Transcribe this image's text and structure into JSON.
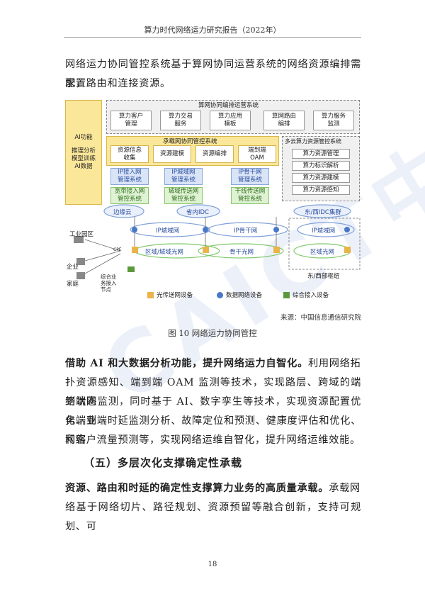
{
  "header": "算力时代网络运力研究报告（2022年）",
  "intro": [
    "网络运力协同管控系统基于算网协同运营系统的网络资源编排需求，",
    "配置路由和连接资源。"
  ],
  "figure": {
    "left_panel": {
      "title": "AI功能",
      "lines": [
        "推理分析",
        "模型训练",
        "AI数据"
      ]
    },
    "top_system": {
      "title": "算网协同编排运营系统",
      "items": [
        "算力客户\n管理",
        "算力交易\n服务",
        "算力应用\n模板",
        "算网路由\n编排",
        "算力服务\n监测"
      ]
    },
    "mid_system": {
      "title": "承载网协同管控系统",
      "items": [
        "资源信息\n收集",
        "资源建模",
        "资源编排",
        "端到端\nOAM"
      ]
    },
    "right_system": {
      "title": "多云算力资源管控系统",
      "items": [
        "算力资源管理",
        "算力标识解析",
        "算力资源建模",
        "算力资源感知"
      ]
    },
    "mgmt_boxes": [
      "IP接入网\n管理系统",
      "IP城域网\n管理系统",
      "IP骨干网\n管理系统",
      "宽带接入网\n管控系统",
      "城域传送网\n管控系统",
      "干线传送网\n管控系统"
    ],
    "clouds": [
      "边缘云",
      "省内IDC",
      "东/西IDC集群"
    ],
    "networks": [
      "IP城域网",
      "IP骨干网",
      "IP城域网",
      "区域/城域光网",
      "骨干光网",
      "区域光网",
      "东/西部枢纽"
    ],
    "endpoints": [
      "工业园区",
      "企业",
      "家庭",
      "CPE",
      "综合业\n务接入\n节点"
    ],
    "legend": [
      "光传送网设备",
      "数据网络设备",
      "综合接入设备"
    ],
    "source": "来源：中国信息通信研究院",
    "caption": "图 10  网络运力协同管控"
  },
  "para1": {
    "bold": "借助 AI 和大数据分析功能，提升网络运力自智化。",
    "lines": [
      "借助 AI 和大数据分析功能，提升网络运力自智化。利用网络拓",
      "扑资源感知、端到端 OAM 监测等技术，实现路层、跨域的端到端网",
      "络状态监测，同时基于 AI、数字孪生等技术，实现资源配置优化、业",
      "务端到端时延监测分析、故障定位和预测、健康度评估和优化、网络",
      "和客户流量预测等，实现网络运维自智化，提升网络运维效能。"
    ]
  },
  "heading": "（五）多层次化支撑确定性承载",
  "para2": {
    "bold": "资源、路由和时延的确定性支撑算力业务的高质量承载。",
    "rest": "承载网",
    "line2": "络基于网络切片、路径规划、资源预留等融合创新，支持可规划、可"
  },
  "page_number": "18",
  "colors": {
    "accent_blue": "#2a4da0",
    "yellow": "#fbe79a",
    "green": "#dff2d4"
  }
}
